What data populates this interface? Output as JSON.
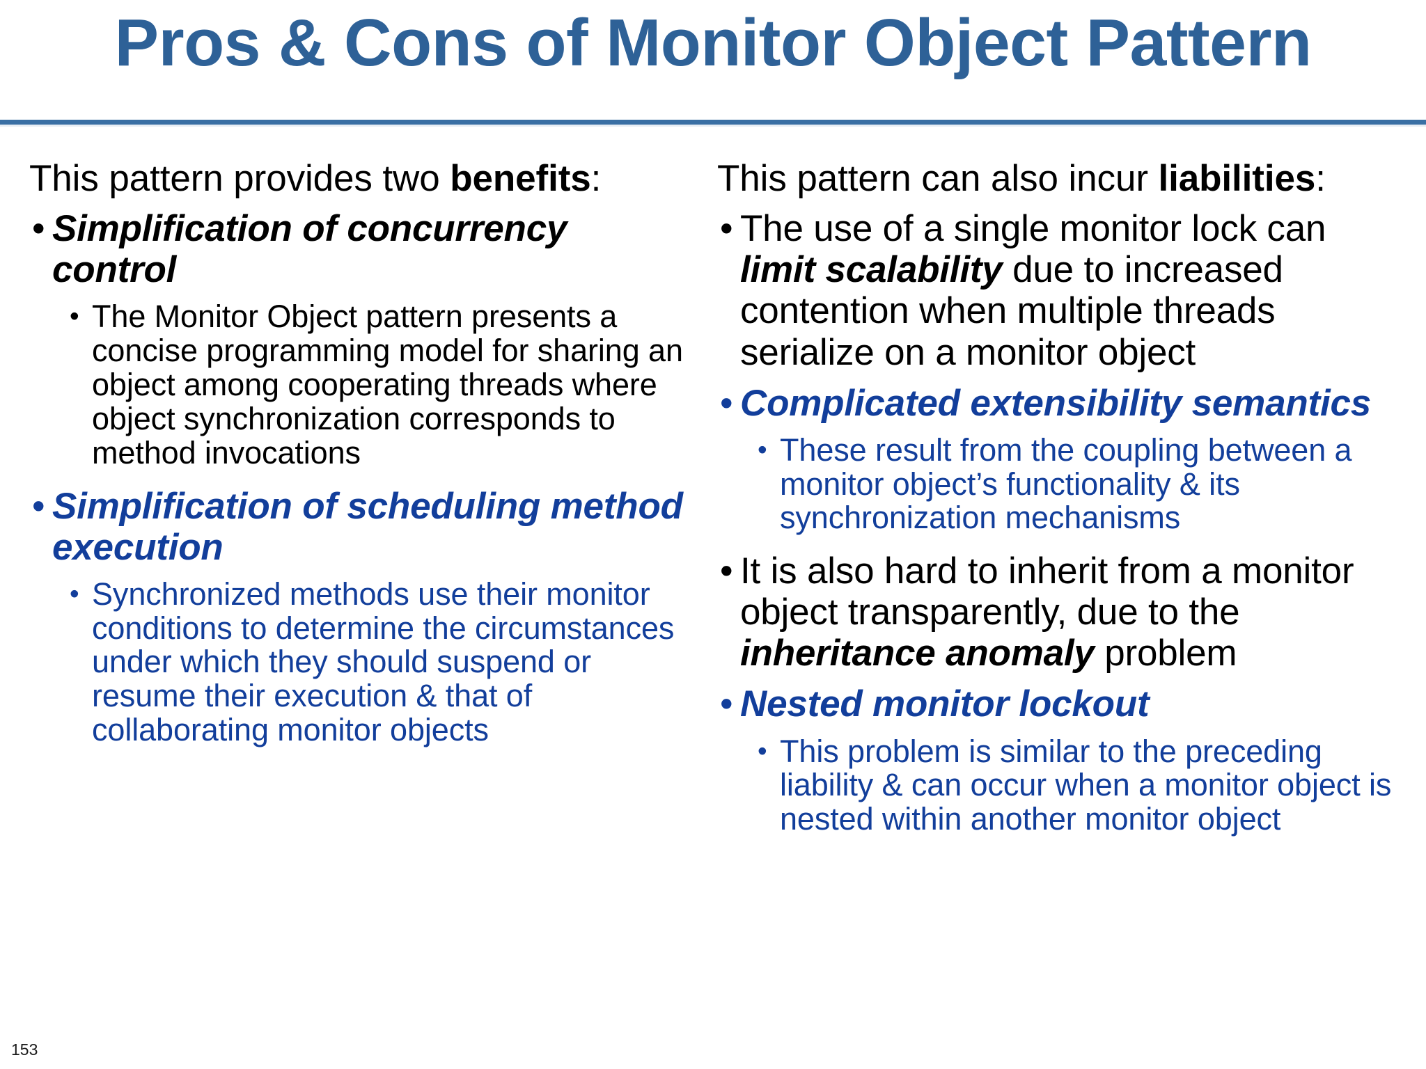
{
  "slide": {
    "title": "Pros & Cons of Monitor Object Pattern",
    "page_number": "153",
    "accent_color": "#2E6197",
    "rule_color": "#3A6FA4",
    "blue_text_color": "#123E9B",
    "black_text_color": "#000000",
    "bullet_glyph": "•"
  },
  "left_column": {
    "lead_pre": "This pattern provides two ",
    "lead_bold": "benefits",
    "lead_post": ":",
    "bullets": [
      {
        "level": 1,
        "text": "Simplification of concurrency control",
        "color": "black",
        "style": "bold-italic"
      },
      {
        "level": 2,
        "text": "The Monitor Object pattern presents a concise programming model for sharing an object among cooperating threads where object synchronization corresponds to method invocations",
        "color": "black",
        "style": "regular"
      },
      {
        "level": 1,
        "text": "Simplification of scheduling method execution",
        "color": "blue",
        "style": "bold-italic"
      },
      {
        "level": 2,
        "text": "Synchronized methods use their monitor conditions to determine the circumstances under which they should suspend or resume their execution & that of collaborating monitor objects",
        "color": "blue",
        "style": "regular"
      }
    ]
  },
  "right_column": {
    "lead_pre": "This pattern can also incur ",
    "lead_bold": "liabilities",
    "lead_post": ":",
    "bullets": [
      {
        "level": 1,
        "color": "black",
        "style": "regular",
        "runs": [
          {
            "text": "The use of a single monitor lock can ",
            "style": "regular"
          },
          {
            "text": "limit scalability",
            "style": "bold-italic"
          },
          {
            "text": " due to increased contention when multiple threads serialize on a monitor object",
            "style": "regular"
          }
        ]
      },
      {
        "level": 1,
        "color": "blue",
        "style": "bold-italic",
        "text": "Complicated extensibility semantics"
      },
      {
        "level": 2,
        "color": "blue",
        "style": "regular",
        "text": "These result from the coupling between a monitor object’s functionality & its synchronization mechanisms"
      },
      {
        "level": 1,
        "color": "black",
        "style": "regular",
        "runs": [
          {
            "text": "It is also hard to inherit from a monitor object transparently, due to the ",
            "style": "regular"
          },
          {
            "text": "inheritance anomaly",
            "style": "bold-italic"
          },
          {
            "text": " problem",
            "style": "regular"
          }
        ]
      },
      {
        "level": 1,
        "color": "blue",
        "style": "bold-italic",
        "text": "Nested monitor lockout"
      },
      {
        "level": 2,
        "color": "blue",
        "style": "regular",
        "text": "This problem is similar to the preceding liability & can occur when a monitor object is nested within another monitor object"
      }
    ]
  }
}
